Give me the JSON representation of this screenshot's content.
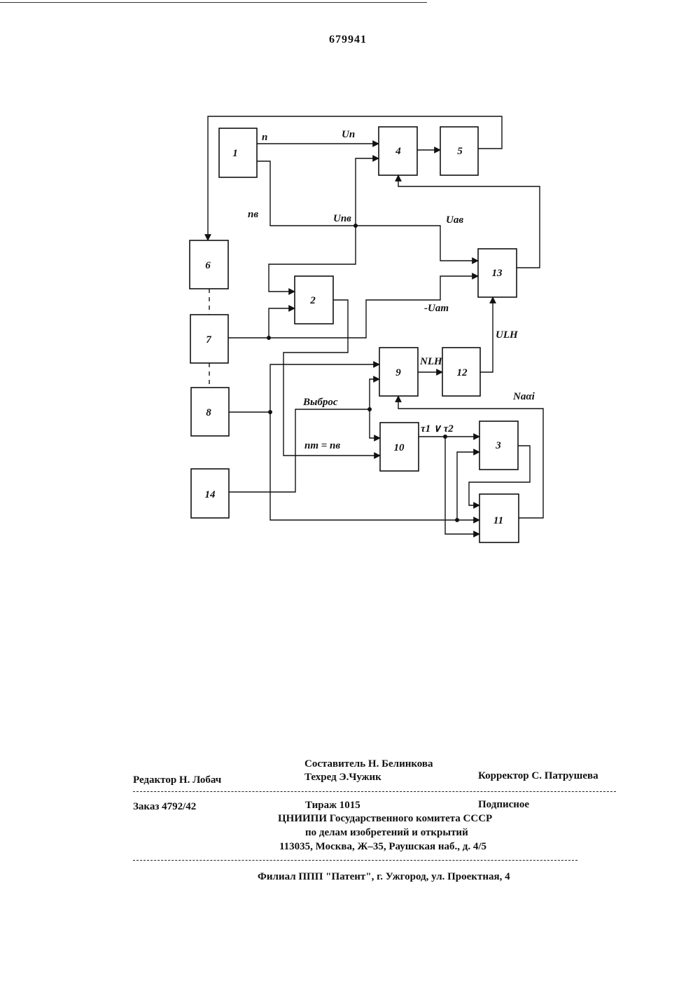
{
  "page_number": "679941",
  "blocks": {
    "b1": "1",
    "b2": "2",
    "b3": "3",
    "b4": "4",
    "b5": "5",
    "b6": "6",
    "b7": "7",
    "b8": "8",
    "b9": "9",
    "b10": "10",
    "b11": "11",
    "b12": "12",
    "b13": "13",
    "b14": "14"
  },
  "signals": {
    "n": "n",
    "un": "Un",
    "ng": "nв",
    "ung": "Unв",
    "uag": "Uaв",
    "uam": "-Uam",
    "vybros": "Выброс",
    "nm_ng": "nm = nв",
    "nlh": "NLH",
    "ulh": "ULH",
    "tau": "τ1 ∨ τ2",
    "nai": "Naαi"
  },
  "colophon": {
    "sostavitel": "Составитель Н. Белинкова",
    "redaktor": "Редактор Н. Лобач",
    "tehred": "Техред Э.Чужик",
    "korrektor": "Корректор С. Патрушева",
    "zakaz": "Заказ 4792/42",
    "tirazh": "Тираж 1015",
    "podpisnoe": "Подписное",
    "org1": "ЦНИИПИ Государственного комитета СССР",
    "org2": "по делам изобретений и открытий",
    "address": "113035, Москва, Ж–35, Раушская наб., д. 4/5",
    "filial": "Филиал ППП \"Патент\", г. Ужгород, ул. Проектная, 4"
  }
}
